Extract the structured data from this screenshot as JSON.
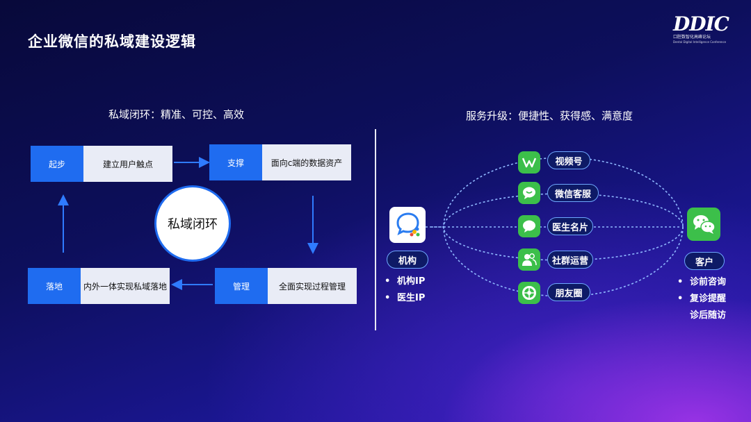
{
  "slide": {
    "title": "企业微信的私域建设逻辑"
  },
  "logo": {
    "mark": "DDIC",
    "line1": "口腔数智化高峰论坛",
    "line2": "Dental Digital Intelligence Conference"
  },
  "left": {
    "heading": "私域闭环：精准、可控、高效",
    "center": "私域闭环",
    "steps": [
      {
        "tag": "起步",
        "body": "建立用户触点"
      },
      {
        "tag": "支撑",
        "body": "面向c端的数据资产"
      },
      {
        "tag": "管理",
        "body": "全面实现过程管理"
      },
      {
        "tag": "落地",
        "body": "内外一体实现私域落地"
      }
    ]
  },
  "right": {
    "heading": "服务升级：便捷性、获得感、满意度",
    "source": {
      "label": "机构",
      "bullets": [
        "机构IP",
        "医生IP"
      ]
    },
    "channels": [
      "视频号",
      "微信客服",
      "医生名片",
      "社群运营",
      "朋友圈"
    ],
    "target": {
      "label": "客户",
      "bullets": [
        "诊前咨询",
        "复诊提醒",
        "诊后随访"
      ]
    }
  },
  "colors": {
    "accent": "#1f6cf0",
    "wechat_green": "#3cbf4a",
    "dashed_line": "#8fb8ff"
  },
  "icons": {
    "channels": [
      "video-channel-icon",
      "wechat-service-icon",
      "doctor-card-icon",
      "community-icon",
      "moments-icon"
    ],
    "source": "wecom-icon",
    "target": "wechat-icon"
  }
}
